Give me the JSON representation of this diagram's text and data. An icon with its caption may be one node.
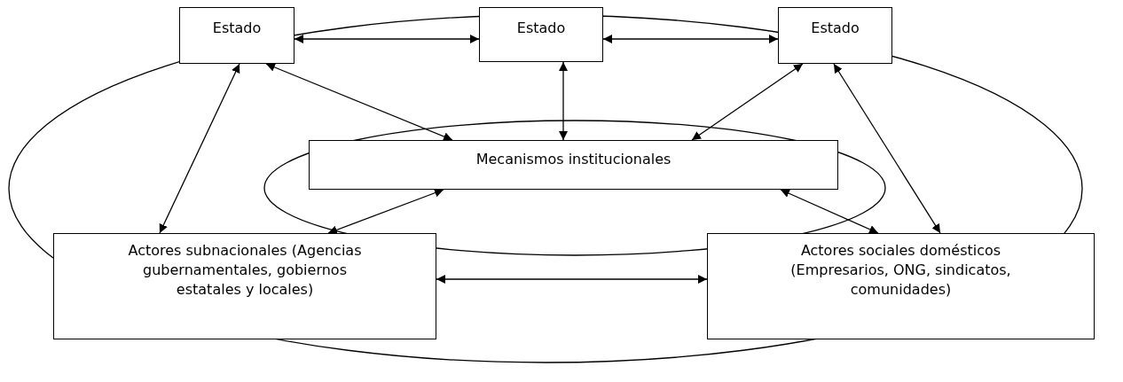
{
  "diagram": {
    "nodes": [
      {
        "text": [
          "Estado"
        ]
      },
      {
        "text": [
          "Estado"
        ]
      },
      {
        "text": [
          "Estado"
        ]
      },
      {
        "text": [
          "Mecanismos institucionales"
        ]
      },
      {
        "text": [
          "Actores subnacionales (Agencias gubernamentales, gobiernos estatales y locales)"
        ]
      },
      {
        "text": [
          "Actores sociales domésticos (Empresarios, ONG, sindicatos, comunidades)"
        ]
      }
    ],
    "edges": [
      {
        "from": 0,
        "to": 1,
        "arrow": "both"
      },
      {
        "from": 1,
        "to": 2,
        "arrow": "both"
      },
      {
        "from": 0,
        "to": 3,
        "arrow": "both"
      },
      {
        "from": 1,
        "to": 3,
        "arrow": "both"
      },
      {
        "from": 2,
        "to": 3,
        "arrow": "both"
      },
      {
        "from": 0,
        "to": 4,
        "arrow": "both"
      },
      {
        "from": 2,
        "to": 5,
        "arrow": "both"
      },
      {
        "from": 3,
        "to": 4,
        "arrow": "both"
      },
      {
        "from": 3,
        "to": 5,
        "arrow": "both"
      },
      {
        "from": 4,
        "to": 5,
        "arrow": "both"
      }
    ]
  }
}
